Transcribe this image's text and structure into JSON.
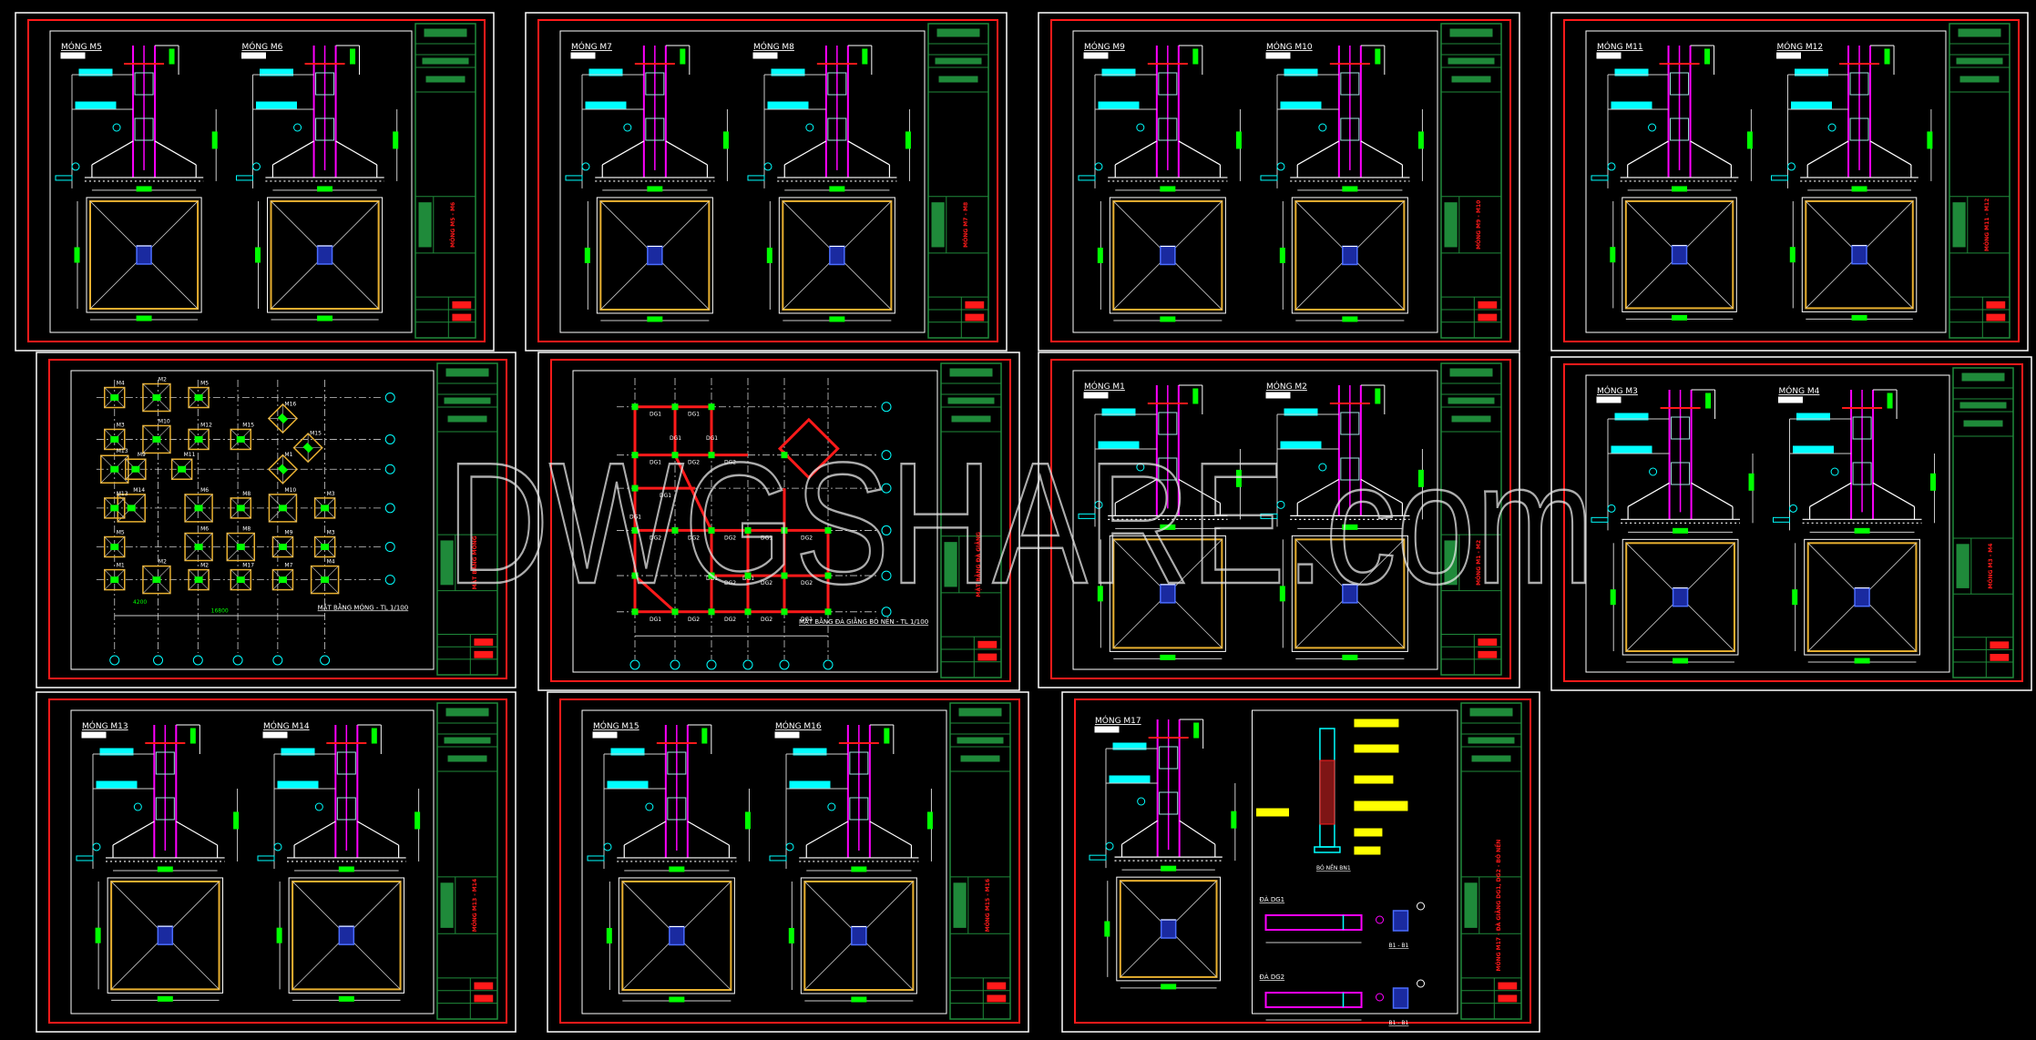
{
  "watermark": "DWGSHARE.com",
  "colors": {
    "background": "#000000",
    "sheet_border": "#ffffff",
    "frame_red": "#ff1a1a",
    "title_block": "#1f8a3a",
    "column": "#ff00ff",
    "rebar_label": "#00ffff",
    "footing_outline": "#e8b030",
    "dimension": "#00ff00",
    "note": "#ffff00"
  },
  "sheets": [
    {
      "type": "footing",
      "labels": [
        "MÓNG M5",
        "MÓNG M6"
      ],
      "sheet_title": "MÓNG M5 - M6"
    },
    {
      "type": "footing",
      "labels": [
        "MÓNG M7",
        "MÓNG M8"
      ],
      "sheet_title": "MÓNG M7 - M8"
    },
    {
      "type": "footing",
      "labels": [
        "MÓNG M9",
        "MÓNG M10"
      ],
      "sheet_title": "MÓNG M9 - M10"
    },
    {
      "type": "footing",
      "labels": [
        "MÓNG M11",
        "MÓNG M12"
      ],
      "sheet_title": "MÓNG M11 - M12"
    },
    {
      "type": "foundation-plan",
      "plan_title": "MẶT BẰNG MÓNG - TL 1/100",
      "sheet_title": "MẶT BẰNG MÓNG"
    },
    {
      "type": "beam-plan",
      "plan_title": "MẶT BẰNG ĐÀ GIẰNG BÓ NỀN - TL 1/100",
      "sheet_title": "MẶT BẰNG ĐÀ GIẰNG"
    },
    {
      "type": "footing",
      "labels": [
        "MÓNG M1",
        "MÓNG M2"
      ],
      "sheet_title": "MÓNG M1 - M2"
    },
    {
      "type": "footing",
      "labels": [
        "MÓNG M3",
        "MÓNG M4"
      ],
      "sheet_title": "MÓNG M3 - M4"
    },
    {
      "type": "footing",
      "labels": [
        "MÓNG M13",
        "MÓNG M14"
      ],
      "sheet_title": "MÓNG M13 - M14"
    },
    {
      "type": "footing",
      "labels": [
        "MÓNG M15",
        "MÓNG M16"
      ],
      "sheet_title": "MÓNG M15 - M16"
    },
    {
      "type": "mixed",
      "labels": [
        "MÓNG M17"
      ],
      "detail_title": "BÓ NỀN BN1",
      "beam_labels": [
        "ĐÀ DG1",
        "ĐÀ DG2"
      ],
      "section_label": "B1 - B1",
      "sheet_title": "MÓNG M17 - ĐÀ GIẰNG DG1, DG2 - BÓ NỀN"
    }
  ],
  "foundation_plan": {
    "footings": [
      "M4",
      "M2",
      "M5",
      "M16",
      "M3",
      "M10",
      "M12",
      "M15",
      "M15",
      "M13",
      "M9",
      "M11",
      "M1",
      "M14",
      "M13",
      "M6",
      "M8",
      "M10",
      "M3",
      "M5",
      "M6",
      "M8",
      "M9",
      "M3",
      "M1",
      "M2",
      "M2",
      "M17",
      "M7",
      "M4"
    ],
    "dims": {
      "row": "4200",
      "total": "16800"
    }
  },
  "beam_plan": {
    "beams": [
      "DG1",
      "DG1",
      "DG1",
      "DG2",
      "DG2",
      "DG1",
      "DG2",
      "DG2",
      "DG2",
      "DG1",
      "DG2",
      "DG2",
      "DG2",
      "DG2",
      "DG1",
      "DG2",
      "DG2",
      "DG2",
      "DG1",
      "DG1",
      "DG1",
      "DG1",
      "DG1",
      "DG1"
    ]
  }
}
